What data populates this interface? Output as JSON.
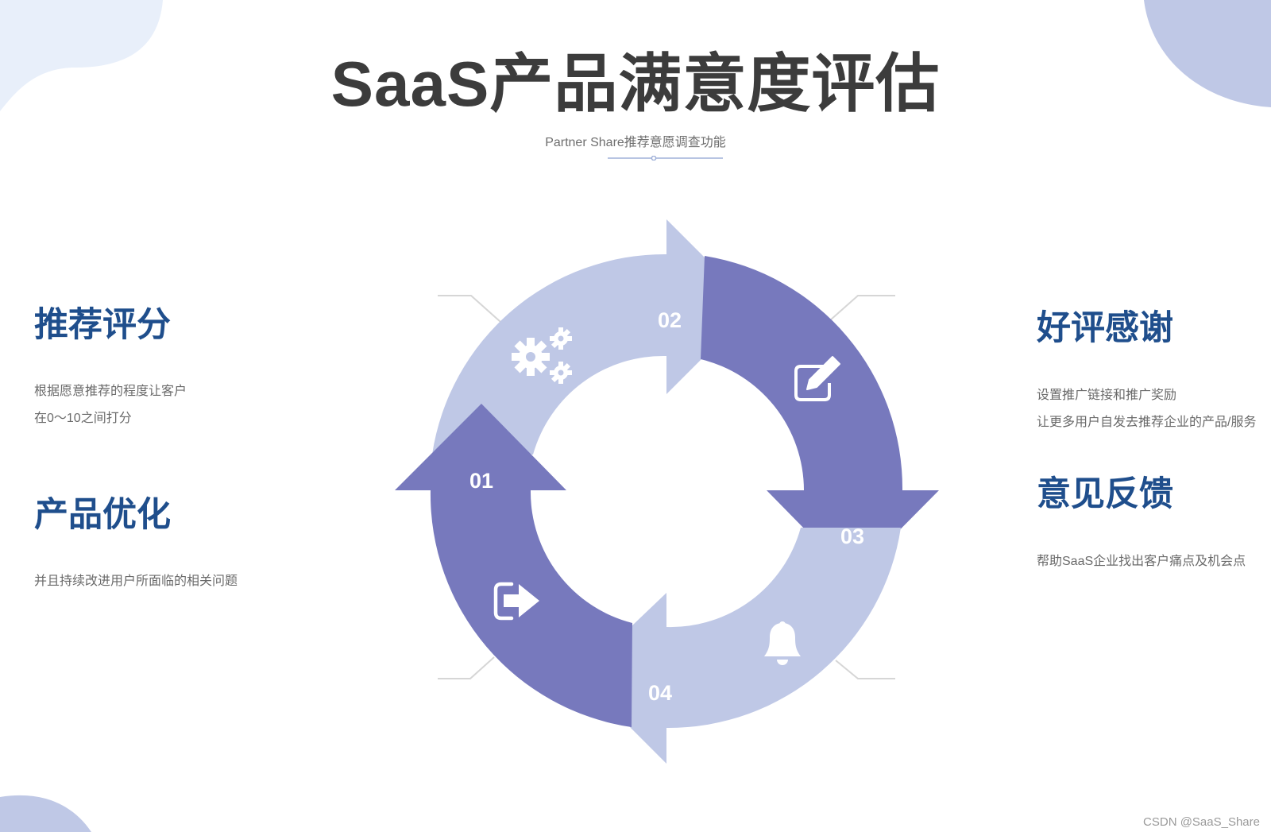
{
  "title": "SaaS产品满意度评估",
  "subtitle": "Partner Share推荐意愿调查功能",
  "steps": [
    {
      "number": "01",
      "icon": "exit-icon"
    },
    {
      "number": "02",
      "icon": "gears-icon"
    },
    {
      "number": "03",
      "icon": "edit-icon"
    },
    {
      "number": "04",
      "icon": "bell-icon"
    }
  ],
  "left": {
    "top": {
      "heading": "推荐评分",
      "lines": [
        "根据愿意推荐的程度让客户",
        "在0～10之间打分"
      ]
    },
    "bottom": {
      "heading": "产品优化",
      "lines": [
        "并且持续改进用户所面临的相关问题"
      ]
    }
  },
  "right": {
    "top": {
      "heading": "好评感谢",
      "lines": [
        "设置推广链接和推广奖励",
        "让更多用户自发去推荐企业的产品/服务"
      ]
    },
    "bottom": {
      "heading": "意见反馈",
      "lines": [
        "帮助SaaS企业找出客户痛点及机会点"
      ]
    }
  },
  "watermark": "CSDN @SaaS_Share",
  "colors": {
    "light": "#bfc8e6",
    "dark": "#7779bd",
    "heading": "#1f4e8c",
    "title": "#3c3c3c",
    "blob_left": "#e8effa",
    "blob_right": "#bfc8e6"
  }
}
